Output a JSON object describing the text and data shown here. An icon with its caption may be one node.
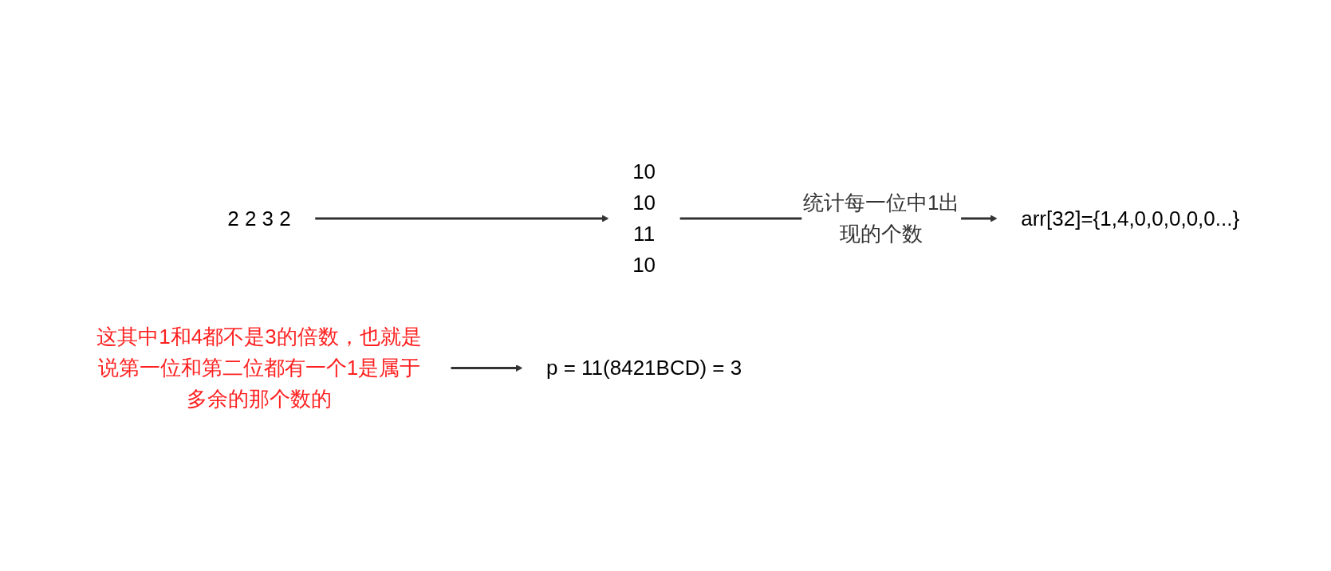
{
  "diagram": {
    "nodes": [
      {
        "text": [
          "2 2 3 2"
        ]
      },
      {
        "text": [
          "10 10 11 10"
        ]
      },
      {
        "text": [
          "arr[32]={1,4,0,0,0,0,0...}"
        ]
      },
      {
        "text": [
          "这其中1和4都不是3的倍数，也就是说第一位和第二位都有一个1是属于多余的那个数的"
        ]
      },
      {
        "text": [
          "p = 11(8421BCD) = 3"
        ]
      }
    ],
    "edges": [
      {
        "from": 0,
        "to": 1,
        "arrow": "to"
      },
      {
        "from": 1,
        "to": 2,
        "arrow": "to",
        "label": "统计每一位中1出现的个数"
      },
      {
        "from": 3,
        "to": 4,
        "arrow": "to"
      }
    ]
  }
}
